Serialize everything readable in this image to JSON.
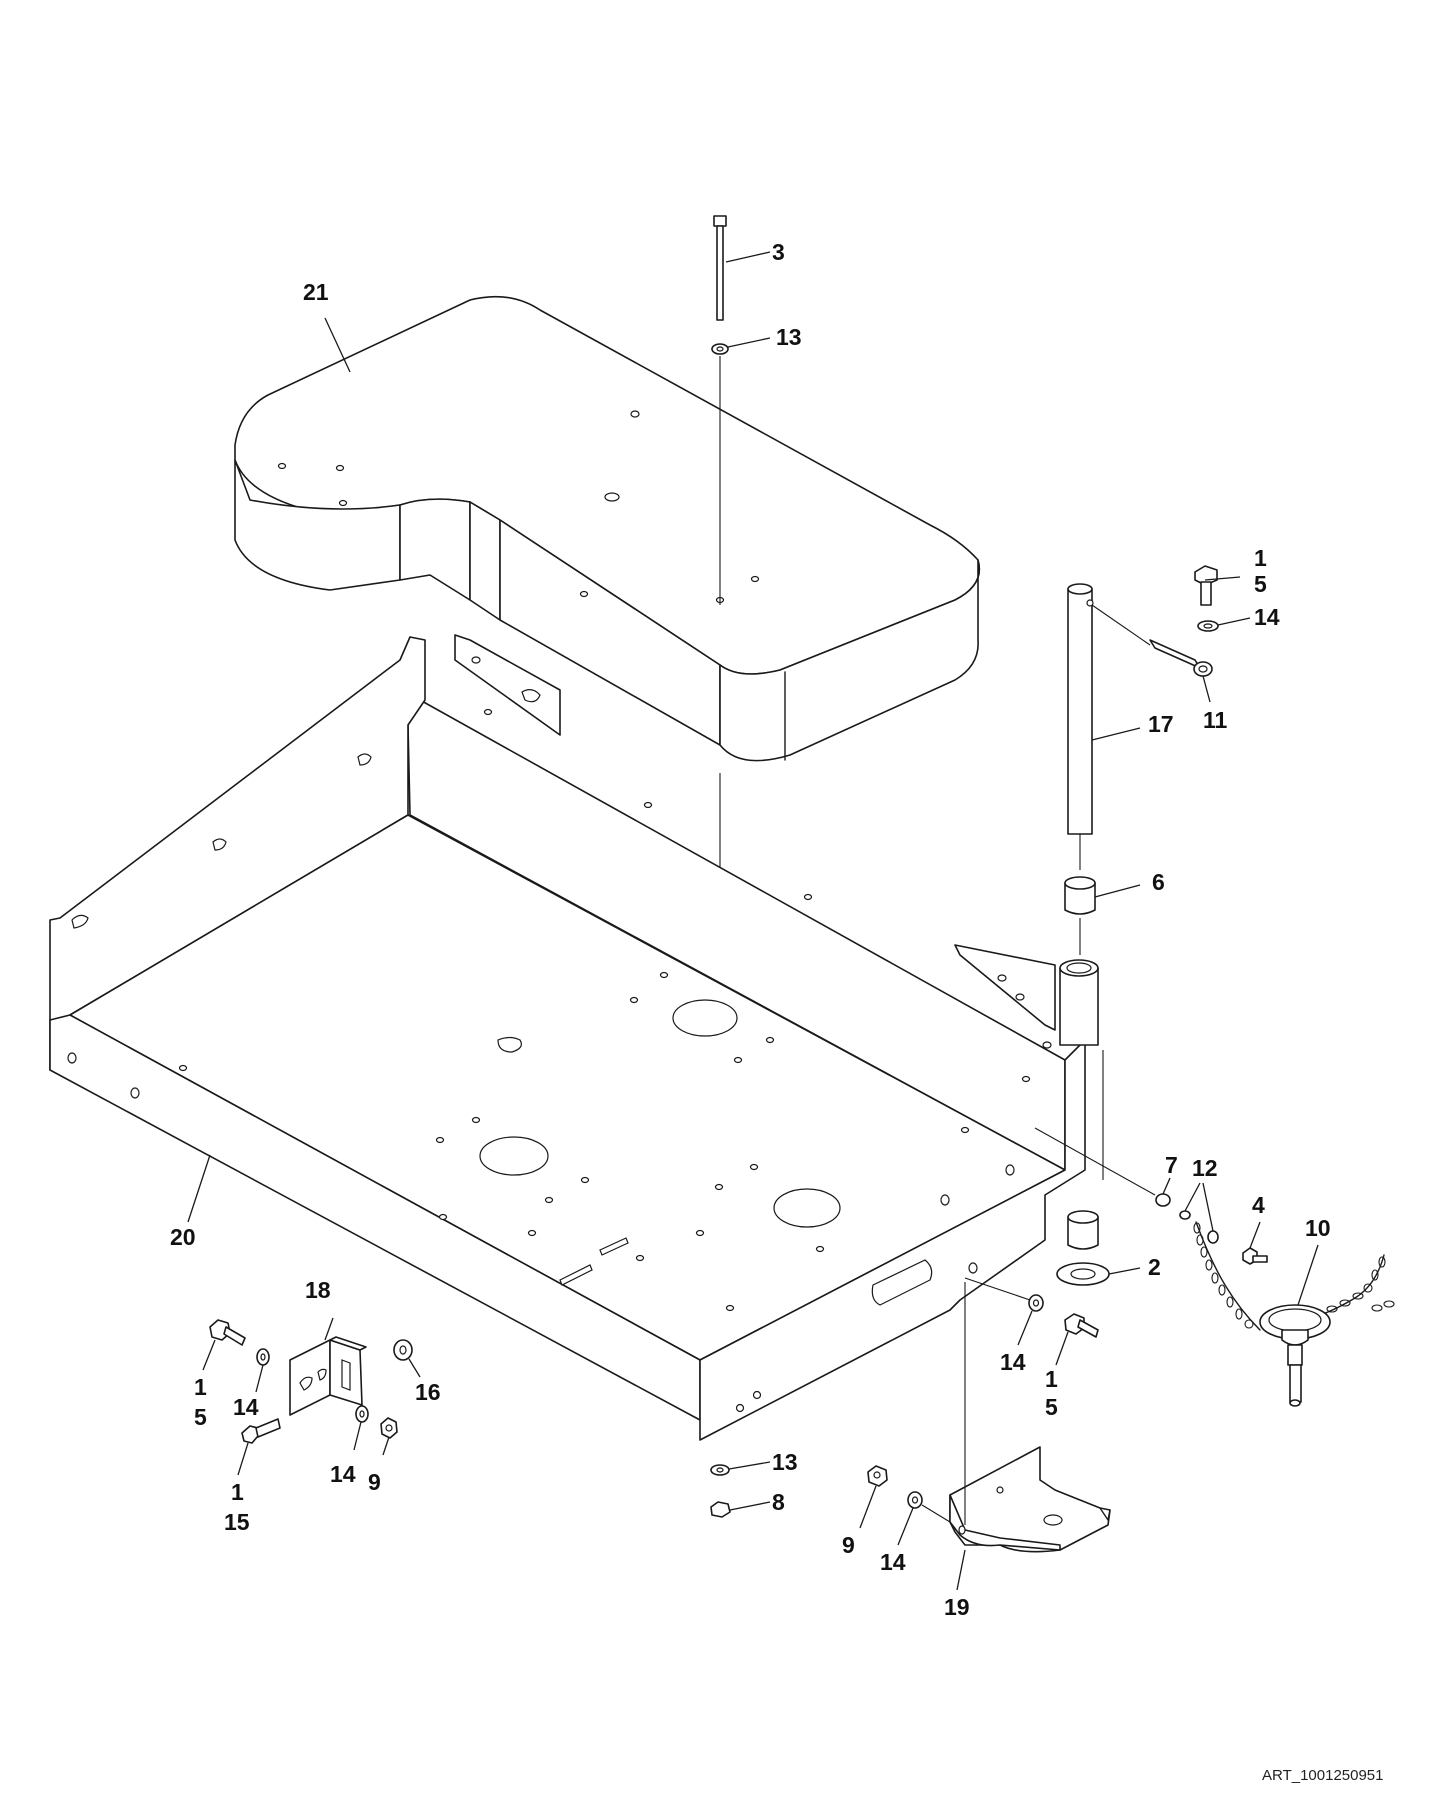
{
  "callouts": {
    "c1a": "1",
    "c5a": "5",
    "c1b": "1",
    "c5b": "5",
    "c1c": "1",
    "c5c": "5",
    "c1d": "1",
    "c15": "15",
    "c2": "2",
    "c3": "3",
    "c4": "4",
    "c6": "6",
    "c7": "7",
    "c8": "8",
    "c9a": "9",
    "c9b": "9",
    "c10": "10",
    "c11": "11",
    "c12": "12",
    "c13a": "13",
    "c13b": "13",
    "c14a": "14",
    "c14b": "14",
    "c14c": "14",
    "c14d": "14",
    "c14e": "14",
    "c16": "16",
    "c17": "17",
    "c18": "18",
    "c19": "19",
    "c20": "20",
    "c21": "21"
  },
  "art_id": "ART_1001250951"
}
